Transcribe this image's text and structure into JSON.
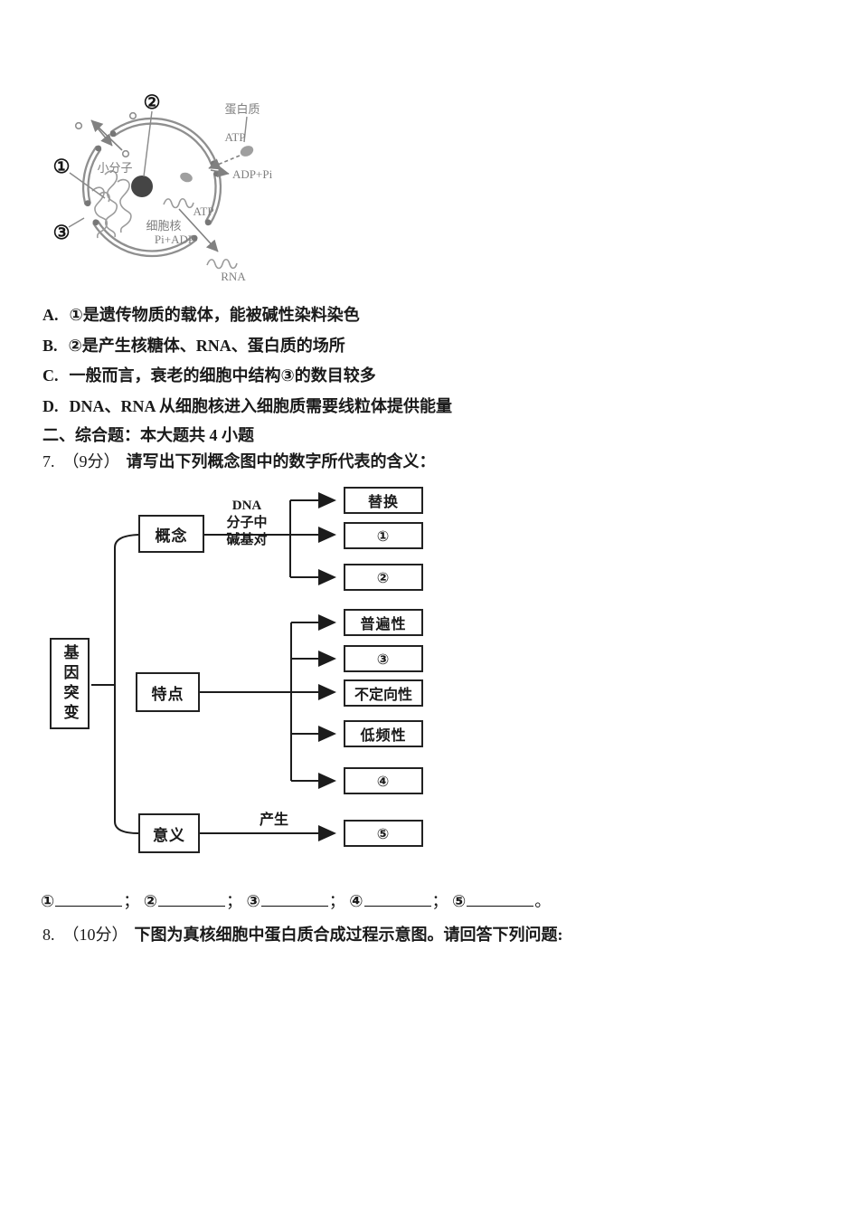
{
  "question6": {
    "diagram": {
      "num1": "①",
      "num2": "②",
      "num3": "③",
      "labels": {
        "protein": "蛋白质",
        "atp_right": "ATP",
        "adp_pi": "ADP+Pi",
        "small_molecules": "小分子",
        "nucleus": "细胞核",
        "pi_adp": "Pi+ADP",
        "atp_bottom": "ATP",
        "rna": "RNA"
      }
    },
    "options": [
      {
        "label": "A.",
        "text": "①是遗传物质的载体，能被碱性染料染色"
      },
      {
        "label": "B.",
        "text": "②是产生核糖体、RNA、蛋白质的场所"
      },
      {
        "label": "C.",
        "text": "一般而言，衰老的细胞中结构③的数目较多"
      },
      {
        "label": "D.",
        "text": "DNA、RNA 从细胞核进入细胞质需要线粒体提供能量"
      }
    ]
  },
  "section": {
    "title": "二、综合题：本大题共 4 小题"
  },
  "question7": {
    "number": "7.",
    "score": "（9分）",
    "prompt": "请写出下列概念图中的数字所代表的含义：",
    "concept_map": {
      "root": "基因突变",
      "concept": "概念",
      "feature": "特点",
      "meaning": "意义",
      "edge_dna_1": "DNA",
      "edge_dna_2": "分子中",
      "edge_dna_3": "碱基对",
      "edge_produce": "产生",
      "leaf_substitution": "替换",
      "leaf_1": "①",
      "leaf_2": "②",
      "leaf_universal": "普遍性",
      "leaf_3": "③",
      "leaf_nondirectional": "不定向性",
      "leaf_lowfreq": "低频性",
      "leaf_4": "④",
      "leaf_5": "⑤"
    },
    "blanks": {
      "b1": "①",
      "b2": "②",
      "b3": "③",
      "b4": "④",
      "b5": "⑤",
      "sep": "；",
      "end": "。"
    }
  },
  "question8": {
    "number": "8.",
    "score": "（10分）",
    "prompt": "下图为真核细胞中蛋白质合成过程示意图。请回答下列问题:"
  }
}
